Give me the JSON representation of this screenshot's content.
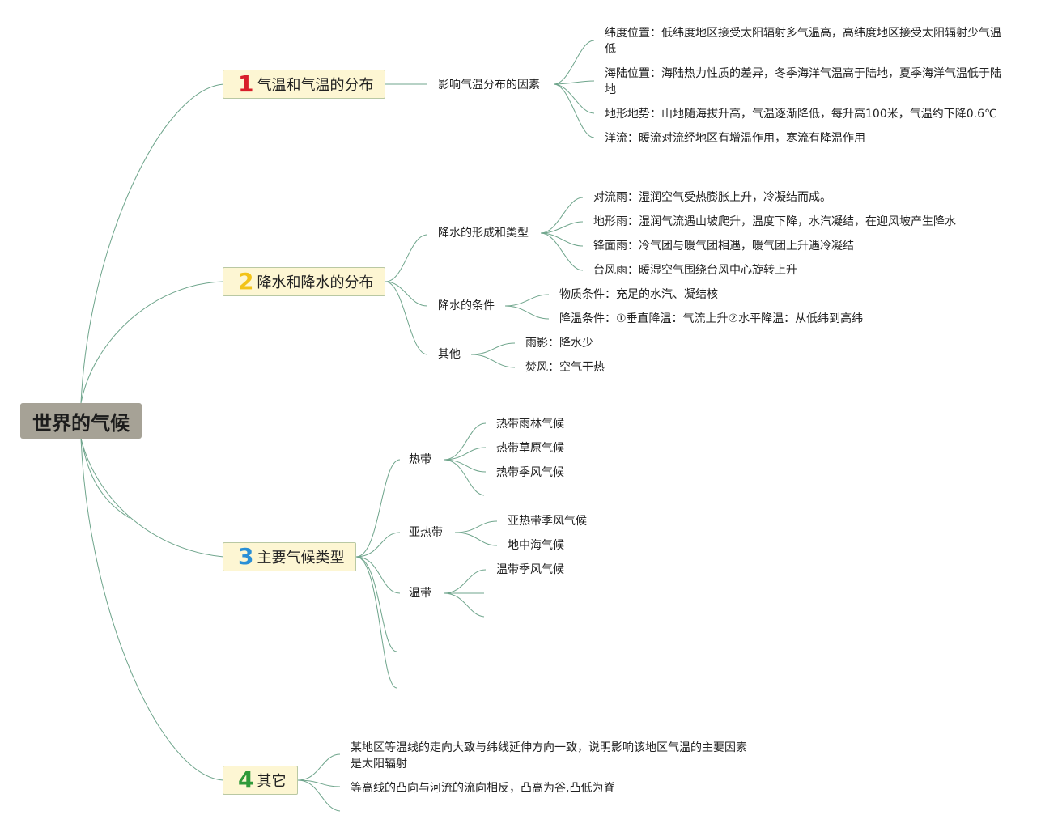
{
  "root": {
    "title": "世界的气候"
  },
  "colors": {
    "badge1": "#d81e2a",
    "badge2": "#f2c319",
    "badge3": "#2a8fd6",
    "badge4": "#2f9a3a",
    "link": "#6fa58c",
    "root_bg": "#a6a296",
    "topic_bg": "#fdf6d3"
  },
  "topics": [
    {
      "number": "1",
      "title": "气温和气温的分布",
      "subtopics": [
        {
          "title": "影响气温分布的因素",
          "items": [
            "纬度位置：低纬度地区接受太阳辐射多气温高，高纬度地区接受太阳辐射少气温低",
            "海陆位置：海陆热力性质的差异，冬季海洋气温高于陆地，夏季海洋气温低于陆地",
            "地形地势：山地随海拔升高，气温逐渐降低，每升高100米，气温约下降0.6℃",
            "洋流：暖流对流经地区有增温作用，寒流有降温作用"
          ]
        }
      ]
    },
    {
      "number": "2",
      "title": "降水和降水的分布",
      "subtopics": [
        {
          "title": "降水的形成和类型",
          "items": [
            "对流雨：湿润空气受热膨胀上升，冷凝结而成。",
            "地形雨：湿润气流遇山坡爬升，温度下降，水汽凝结，在迎风坡产生降水",
            "锋面雨：冷气团与暖气团相遇，暖气团上升遇冷凝结",
            "台风雨：暖湿空气围绕台风中心旋转上升"
          ]
        },
        {
          "title": "降水的条件",
          "items": [
            "物质条件：充足的水汽、凝结核",
            "降温条件：①垂直降温：气流上升②水平降温：从低纬到高纬"
          ]
        },
        {
          "title": "其他",
          "items": [
            "雨影：降水少",
            "焚风：空气干热"
          ]
        }
      ]
    },
    {
      "number": "3",
      "title": "主要气候类型",
      "subtopics": [
        {
          "title": "热带",
          "items": [
            "热带雨林气候",
            "热带草原气候",
            "热带季风气候"
          ]
        },
        {
          "title": "亚热带",
          "items": [
            "亚热带季风气候",
            "地中海气候"
          ]
        },
        {
          "title": "温带",
          "items": [
            "温带季风气候"
          ]
        }
      ]
    },
    {
      "number": "4",
      "title": "其它",
      "items": [
        "某地区等温线的走向大致与纬线延伸方向一致，说明影响该地区气温的主要因素是太阳辐射",
        "等高线的凸向与河流的流向相反，凸高为谷,凸低为脊"
      ]
    }
  ]
}
